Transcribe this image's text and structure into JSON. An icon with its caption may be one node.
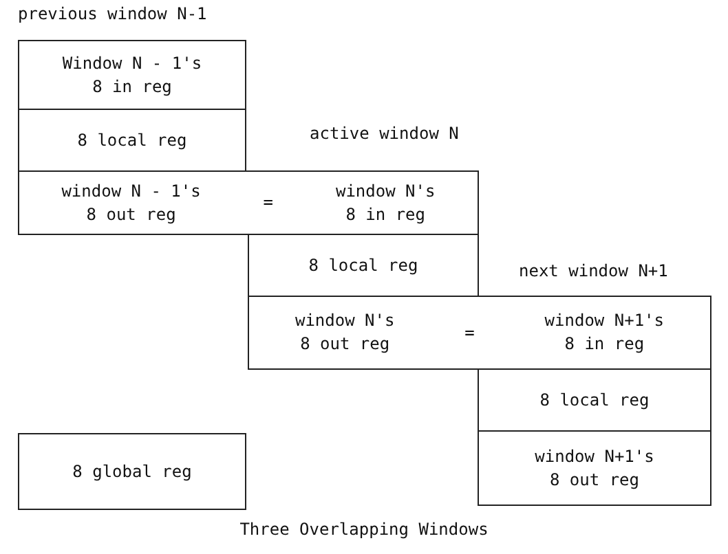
{
  "diagram": {
    "caption": "Three Overlapping Windows",
    "nodes": [
      {
        "text": [
          "Window N - 1's 8 in reg"
        ]
      },
      {
        "text": [
          "8 local reg"
        ]
      },
      {
        "text": [
          "window N - 1's 8 out reg",
          "=",
          "window N's 8 in reg"
        ]
      },
      {
        "text": [
          "8 local reg"
        ]
      },
      {
        "text": [
          "window N's 8 out reg",
          "=",
          "window N+1's 8 in reg"
        ]
      },
      {
        "text": [
          "8 local reg"
        ]
      },
      {
        "text": [
          "window N+1's 8 out reg"
        ]
      },
      {
        "text": [
          "8 global reg"
        ]
      }
    ],
    "labels": [
      "previous window N-1",
      "active window N",
      "next window N+1"
    ]
  }
}
